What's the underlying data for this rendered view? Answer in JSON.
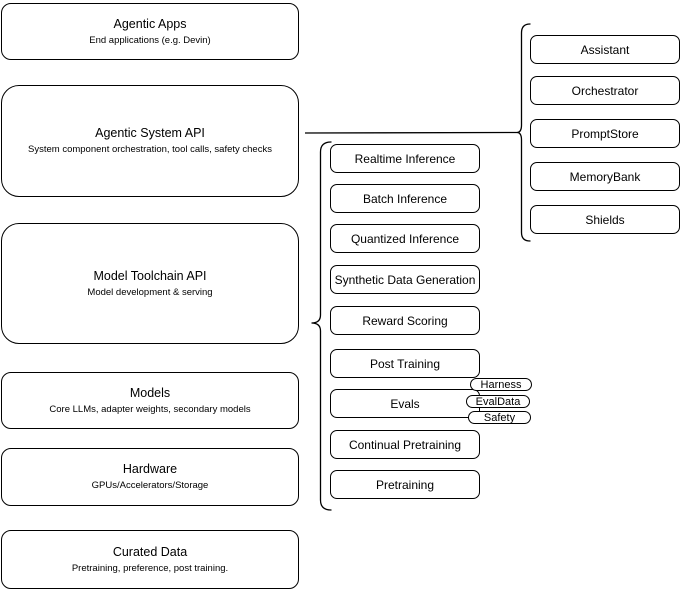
{
  "diagram": {
    "left_stack": [
      {
        "title": "Agentic Apps",
        "subtitle": "End applications (e.g. Devin)"
      },
      {
        "title": "Agentic System API",
        "subtitle": "System component orchestration, tool calls, safety checks"
      },
      {
        "title": "Model Toolchain API",
        "subtitle": "Model development & serving"
      },
      {
        "title": "Models",
        "subtitle": "Core LLMs, adapter weights, secondary models"
      },
      {
        "title": "Hardware",
        "subtitle": "GPUs/Accelerators/Storage"
      },
      {
        "title": "Curated Data",
        "subtitle": "Pretraining, preference, post training."
      }
    ],
    "toolchain_stack": [
      "Realtime Inference",
      "Batch Inference",
      "Quantized Inference",
      "Synthetic Data Generation",
      "Reward Scoring",
      "Post Training",
      "Evals",
      "Continual Pretraining",
      "Pretraining"
    ],
    "eval_tags": [
      "Harness",
      "EvalData",
      "Safety"
    ],
    "system_stack": [
      "Assistant",
      "Orchestrator",
      "PromptStore",
      "MemoryBank",
      "Shields"
    ],
    "colors": {
      "stroke": "#000000",
      "fill": "#ffffff",
      "text": "#000000"
    }
  }
}
